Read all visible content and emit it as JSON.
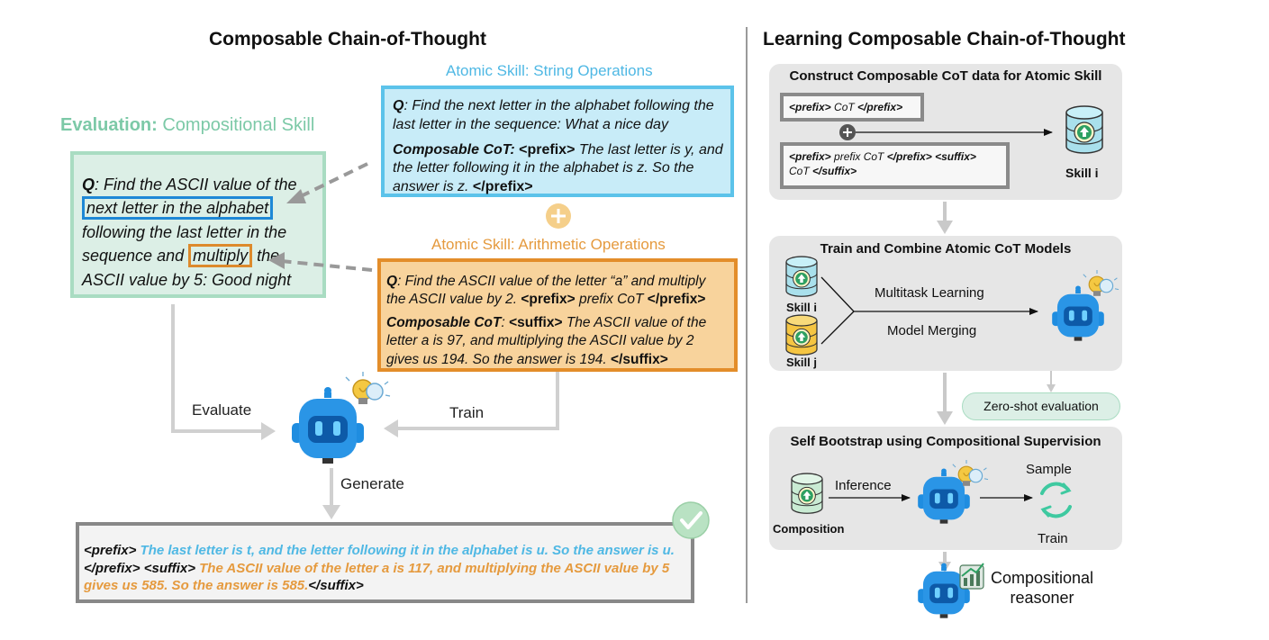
{
  "left": {
    "title": "Composable Chain-of-Thought",
    "eval_title_bold": "Evaluation:",
    "eval_title_rest": " Compositional Skill",
    "eval_q": {
      "q_label": "Q",
      "part1": ": Find the ASCII value of the ",
      "hl1": "next letter in the alphabet",
      "part2": " following the last letter in the sequence and ",
      "hl2": "multiply",
      "part3": " the ASCII value by 5: Good night"
    },
    "string_skill": {
      "title": "Atomic Skill: String Operations",
      "q_label": "Q",
      "q_text": ": Find the next letter in the alphabet following the last letter in the sequence: What a nice day",
      "cot_label": "Composable CoT: ",
      "prefix_open": "<prefix>",
      "cot_text": " The last letter is y, and the letter following it in the alphabet is z. So the answer is z. ",
      "prefix_close": "</prefix>"
    },
    "arith_skill": {
      "title": "Atomic Skill: Arithmetic Operations",
      "q_label": "Q",
      "q_text": ": Find the ASCII value of the letter “a” and multiply the ASCII value by 2. ",
      "q_prefix_open": "<prefix>",
      "q_prefix_mid": " prefix CoT ",
      "q_prefix_close": "</prefix>",
      "cot_label": "Composable CoT",
      "cot_colon": ": ",
      "suffix_open": "<suffix>",
      "cot_text": " The ASCII value of the letter a is 97, and multiplying the ASCII value by 2 gives us 194. So the answer is 194. ",
      "suffix_close": "</suffix>"
    },
    "labels": {
      "evaluate": "Evaluate",
      "train": "Train",
      "generate": "Generate"
    },
    "output": {
      "prefix_open": "<prefix>",
      "blue_text": " The last letter is t, and the letter following it in the alphabet is u. So the answer is u. ",
      "prefix_close": "</prefix>",
      "suffix_open": " <suffix>",
      "orange_text": " The ASCII value of the letter a is 117, and multiplying the ASCII value by 5 gives us 585. So the answer is 585.",
      "suffix_close": "</suffix>"
    }
  },
  "right": {
    "title": "Learning Composable Chain-of-Thought",
    "panel1": {
      "title": "Construct Composable CoT data for Atomic Skill",
      "box1_prefix_open": "<prefix>",
      "box1_mid": " CoT ",
      "box1_prefix_close": "</prefix>",
      "box2_prefix_open": "<prefix>",
      "box2_mid": " prefix CoT ",
      "box2_prefix_close": "</prefix>",
      "box2_suffix_open": " <suffix>",
      "box2_mid2": " CoT ",
      "box2_suffix_close": "</suffix>",
      "skill_label": "Skill i"
    },
    "panel2": {
      "title": "Train and Combine Atomic CoT Models",
      "skill_i": "Skill i",
      "skill_j": "Skill j",
      "multitask": "Multitask Learning",
      "merging": "Model Merging"
    },
    "zero_shot": "Zero-shot evaluation",
    "panel3": {
      "title": "Self Bootstrap using Compositional Supervision",
      "composition": "Composition",
      "inference": "Inference",
      "sample": "Sample",
      "train": "Train"
    },
    "final_label_line1": "Compositional",
    "final_label_line2": "reasoner"
  },
  "colors": {
    "green_accent": "#7cc9a7",
    "blue_accent": "#4fb8e4",
    "orange_accent": "#e38d2a",
    "robot_blue": "#1f8de0",
    "panel_gray": "#e6e6e6"
  },
  "icons": [
    "robot-icon",
    "lightbulb-icon",
    "database-icon",
    "plus-icon",
    "checkmark-icon",
    "cycle-icon",
    "chart-icon"
  ]
}
